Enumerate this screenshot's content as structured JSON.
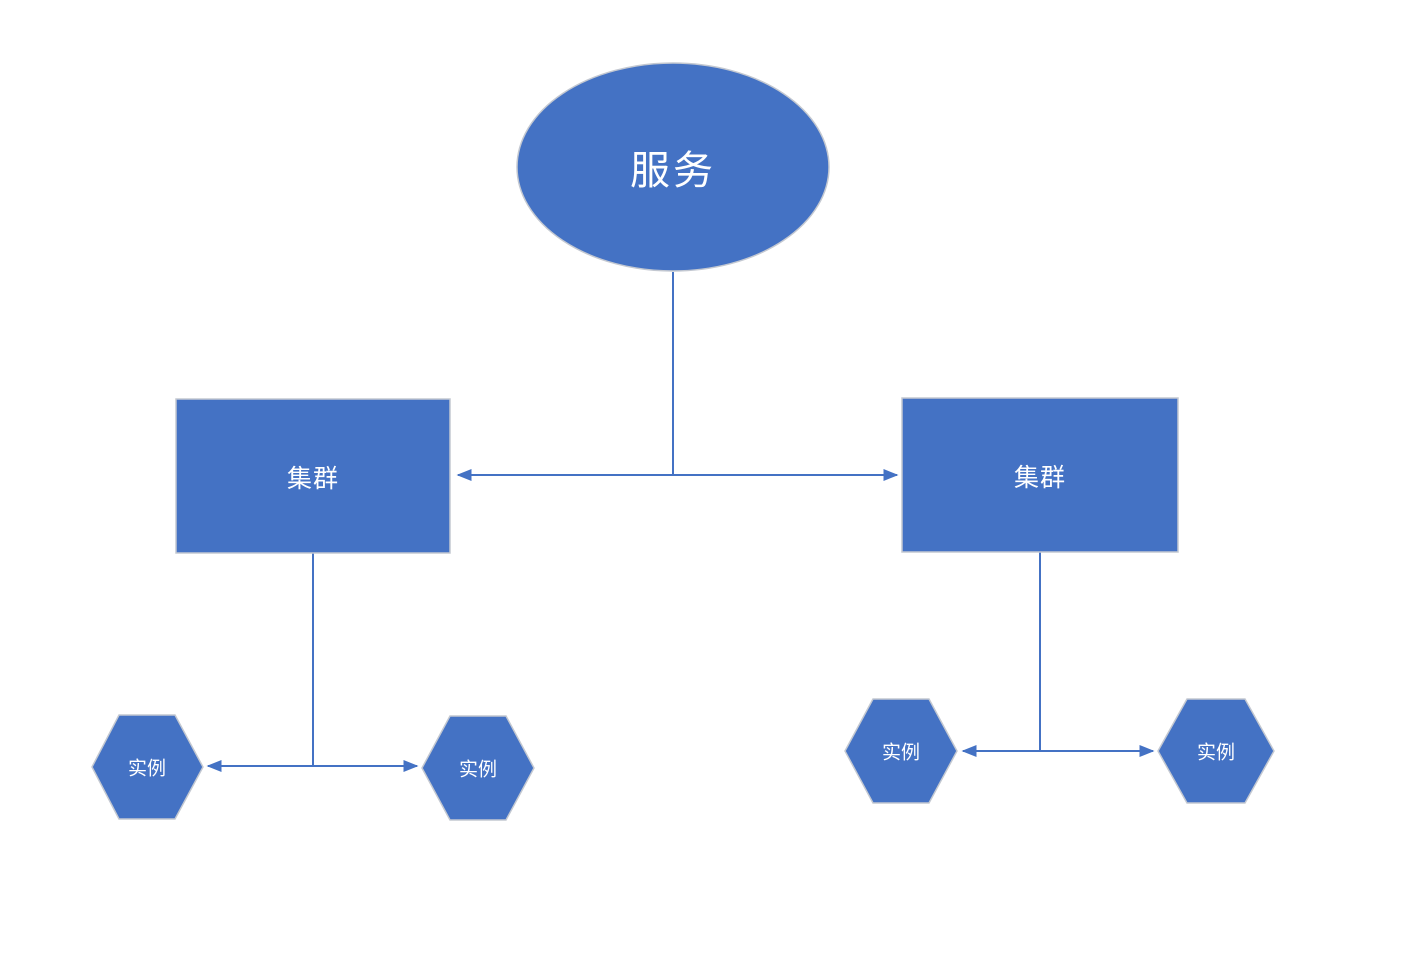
{
  "diagram": {
    "nodes": {
      "service": {
        "label": "服务",
        "shape": "ellipse"
      },
      "cluster_left": {
        "label": "集群",
        "shape": "rectangle"
      },
      "cluster_right": {
        "label": "集群",
        "shape": "rectangle"
      },
      "instance_left_1": {
        "label": "实例",
        "shape": "hexagon"
      },
      "instance_left_2": {
        "label": "实例",
        "shape": "hexagon"
      },
      "instance_right_1": {
        "label": "实例",
        "shape": "hexagon"
      },
      "instance_right_2": {
        "label": "实例",
        "shape": "hexagon"
      }
    },
    "edges": [
      {
        "from": "service",
        "to": "cluster_left",
        "arrow": "into-target"
      },
      {
        "from": "service",
        "to": "cluster_right",
        "arrow": "into-target"
      },
      {
        "from": "cluster_left",
        "to": "instance_left_1",
        "arrow": "into-target"
      },
      {
        "from": "cluster_left",
        "to": "instance_left_2",
        "arrow": "into-target"
      },
      {
        "from": "cluster_right",
        "to": "instance_right_1",
        "arrow": "into-target"
      },
      {
        "from": "cluster_right",
        "to": "instance_right_2",
        "arrow": "into-target"
      }
    ],
    "colors": {
      "node_fill": "#4472C4",
      "node_border": "#C3C8D1",
      "connector": "#4472C4",
      "label_text": "#FFFFFF",
      "background": "#FFFFFF"
    }
  }
}
